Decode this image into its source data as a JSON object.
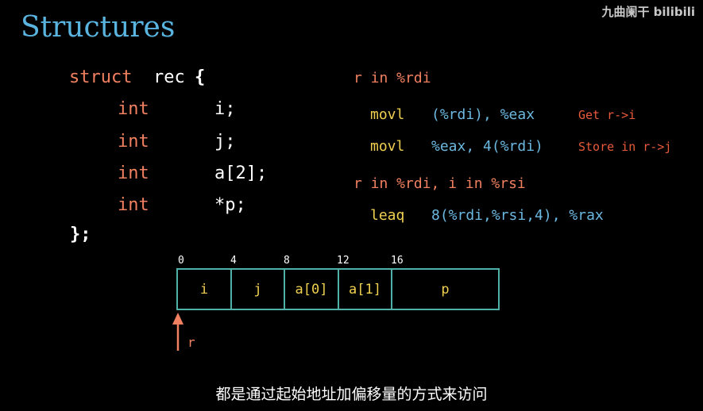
{
  "title": "Structures",
  "watermark": "九曲阑干 bilibili",
  "struct": {
    "kw_struct": "struct",
    "name": "rec",
    "open": "{",
    "close": "};",
    "fields": [
      {
        "type": "int",
        "name": "i;"
      },
      {
        "type": "int",
        "name": "j;"
      },
      {
        "type": "int",
        "name": "a[2];"
      },
      {
        "type": "int",
        "name": "*p;"
      }
    ]
  },
  "asm": {
    "note1": "r in %rdi",
    "line1": {
      "op": "movl",
      "args": "(%rdi), %eax",
      "comment": "Get r->i"
    },
    "line2": {
      "op": "movl",
      "args": "%eax, 4(%rdi)",
      "comment": "Store in r->j"
    },
    "note2": "r in %rdi, i in %rsi",
    "line3": {
      "op": "leaq",
      "args": "8(%rdi,%rsi,4), %rax"
    }
  },
  "memory": {
    "offsets": [
      "0",
      "4",
      "8",
      "12",
      "16"
    ],
    "cells": [
      "i",
      "j",
      "a[0]",
      "a[1]",
      "p"
    ],
    "pointer_label": "r",
    "box_color": "#4fb0a8",
    "arrow_color": "#f08060"
  },
  "subtitle": "都是通过起始地址加偏移量的方式来访问"
}
